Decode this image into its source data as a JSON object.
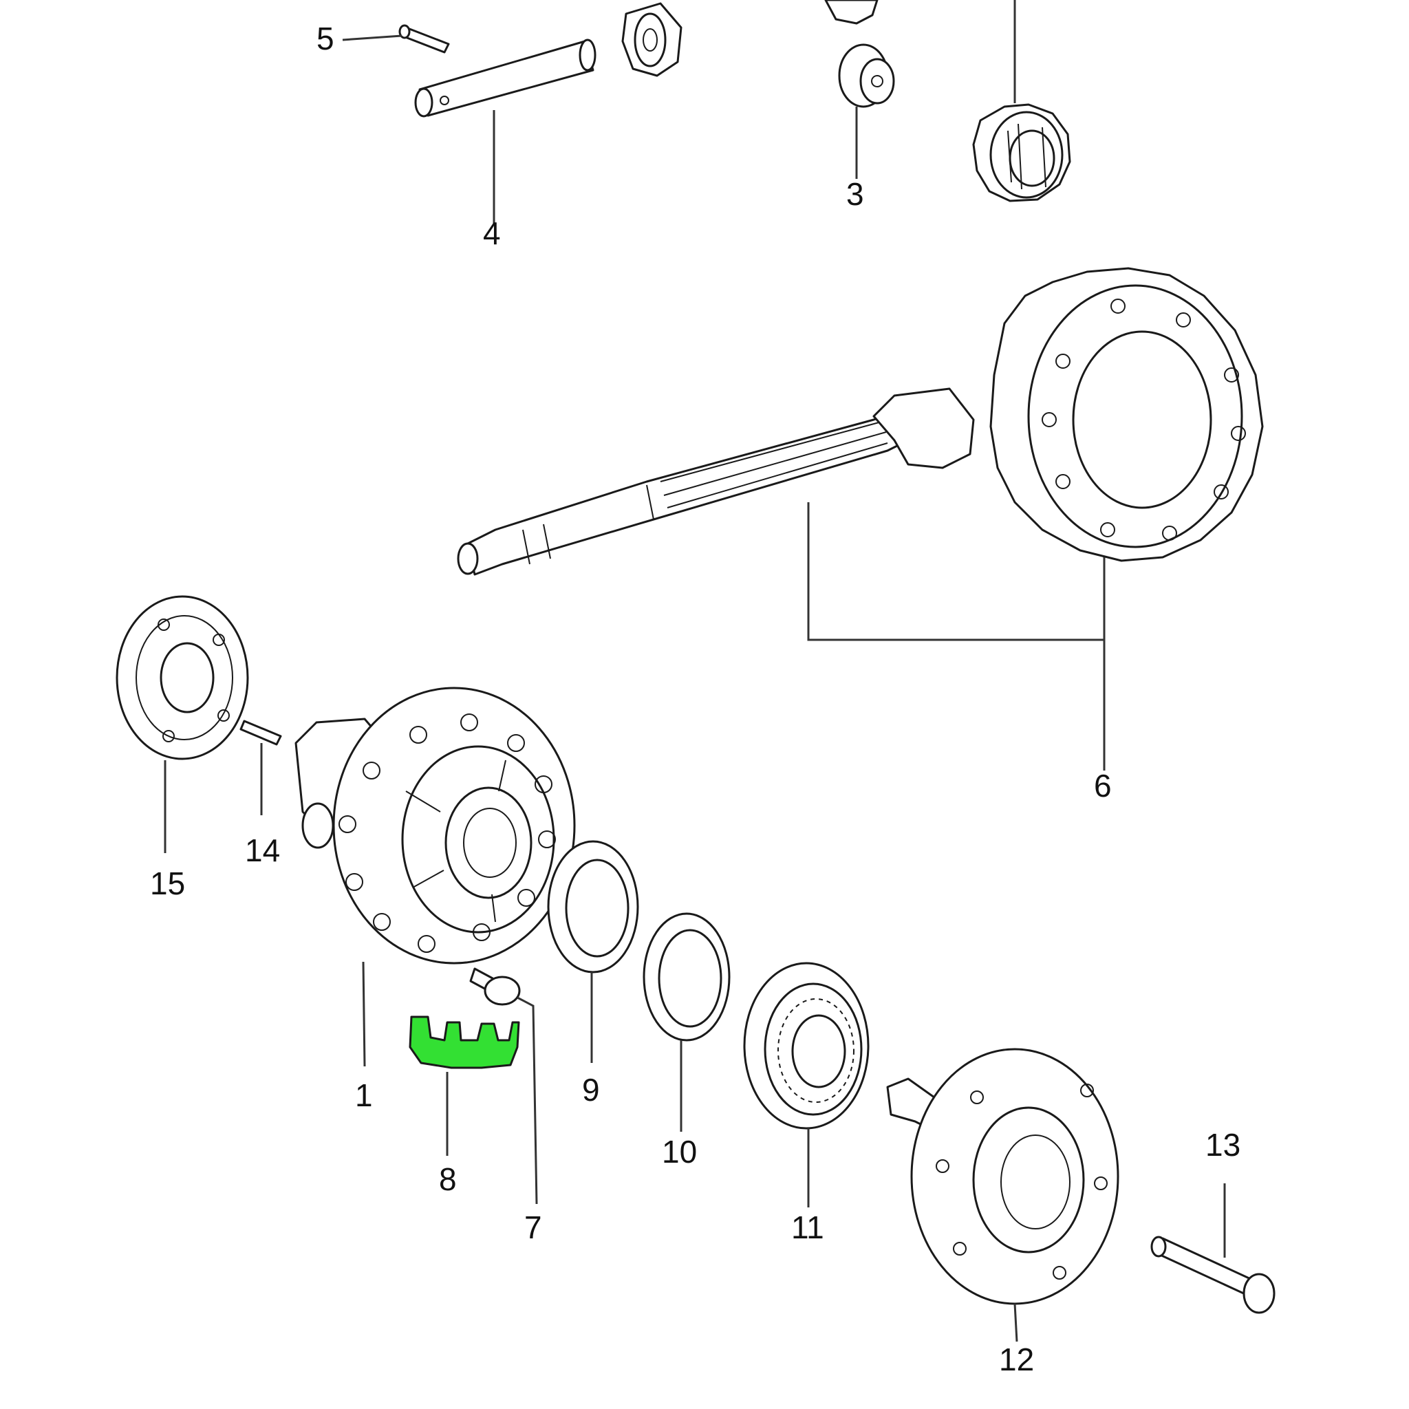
{
  "diagram": {
    "highlight_color": "#33e033",
    "highlighted_part": "8",
    "callouts": [
      {
        "id": "c1",
        "label": "1"
      },
      {
        "id": "c3",
        "label": "3"
      },
      {
        "id": "c4",
        "label": "4"
      },
      {
        "id": "c5",
        "label": "5"
      },
      {
        "id": "c6",
        "label": "6"
      },
      {
        "id": "c7",
        "label": "7"
      },
      {
        "id": "c8",
        "label": "8"
      },
      {
        "id": "c9",
        "label": "9"
      },
      {
        "id": "c10",
        "label": "10"
      },
      {
        "id": "c11",
        "label": "11"
      },
      {
        "id": "c12",
        "label": "12"
      },
      {
        "id": "c13",
        "label": "13"
      },
      {
        "id": "c14",
        "label": "14"
      },
      {
        "id": "c15",
        "label": "15"
      }
    ]
  }
}
